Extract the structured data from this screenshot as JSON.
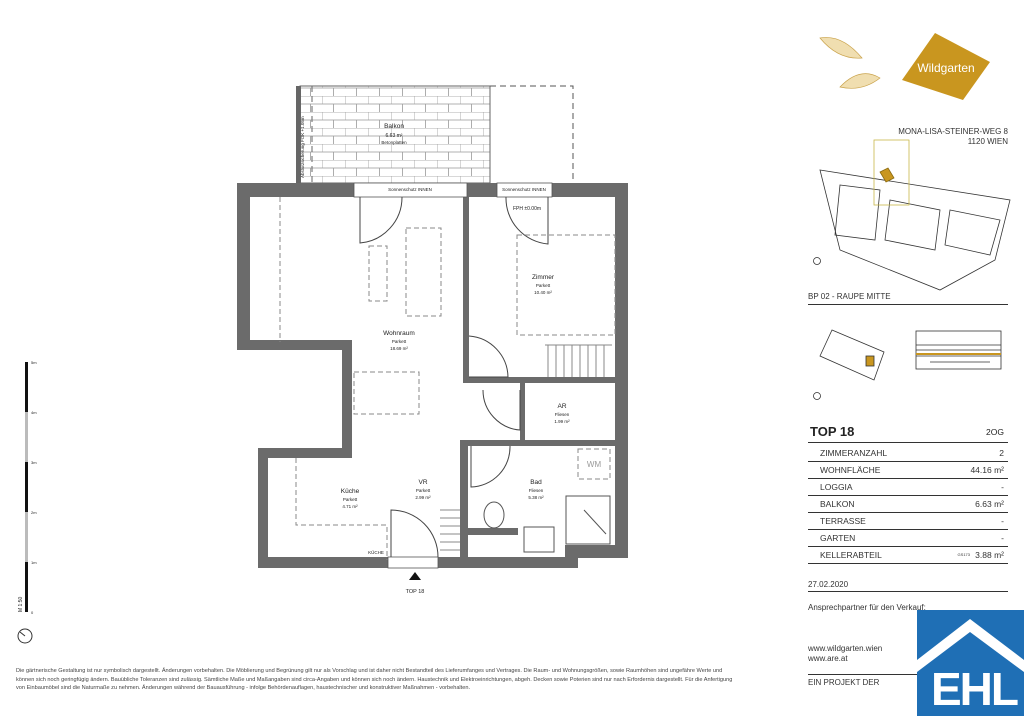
{
  "brand": {
    "logo_text": "Wildgarten",
    "gold": "#c9961f"
  },
  "address": {
    "street": "MONA-LISA-STEINER-WEG 8",
    "city": "1120 WIEN"
  },
  "building": "BP 02  - RAUPE MITTE",
  "unit": {
    "title": "TOP 18",
    "floor": "2OG",
    "rows": [
      {
        "label": "ZIMMERANZAHL",
        "value": "2"
      },
      {
        "label": "WOHNFLÄCHE",
        "value": "44.16 m²"
      },
      {
        "label": "LOGGIA",
        "value": "-"
      },
      {
        "label": "BALKON",
        "value": "6.63 m²"
      },
      {
        "label": "TERRASSE",
        "value": "-"
      },
      {
        "label": "GARTEN",
        "value": "-"
      },
      {
        "label": "KELLERABTEIL",
        "value": "3.88 m²",
        "note": "GS173"
      }
    ]
  },
  "date": "27.02.2020",
  "contact": "Ansprechpartner für den Verkauf:",
  "links": [
    "www.wildgarten.wien",
    "www.are.at"
  ],
  "project_by": "EIN PROJEKT DER",
  "ehl": {
    "text": "EHL",
    "color": "#1f6fb5"
  },
  "plan": {
    "balcony": {
      "name": "Balkon",
      "area": "6.63 m²",
      "floor": "Betonplatten"
    },
    "railing": "Absturzsicherung FOK +1.05m",
    "sun1": "Sonnenschutz INNEN",
    "sun2": "Sonnenschutz INNEN",
    "fph": "FPH ±0.00m",
    "rooms": [
      {
        "name": "Wohnraum",
        "floor": "Parkett",
        "area": "18.69 m²"
      },
      {
        "name": "Zimmer",
        "floor": "Parkett",
        "area": "10.40 m²"
      },
      {
        "name": "AR",
        "floor": "Fliesen",
        "area": "1.99 m²"
      },
      {
        "name": "Bad",
        "floor": "Fliesen",
        "area": "5.38 m²"
      },
      {
        "name": "Küche",
        "floor": "Parkett",
        "area": "4.71 m²"
      },
      {
        "name": "VR",
        "floor": "Parkett",
        "area": "2.99 m²"
      }
    ],
    "wm": "WM",
    "kitchen_tag": "KÜCHE",
    "entrance": "TOP 18"
  },
  "scale": {
    "ticks": [
      "0",
      "1m",
      "2m",
      "3m",
      "4m",
      "5m"
    ],
    "label": "M 1:50"
  },
  "disclaimer": "Die gärtnerische Gestaltung ist nur symbolisch dargestellt. Änderungen vorbehalten. Die Möblierung und Begrünung gilt nur als Vorschlag und ist daher nicht Bestandteil des Lieferumfanges und Vertrages. Die Raum- und Wohnungsgrößen, sowie Raumhöhen sind ungefähre Werte und können sich noch geringfügig ändern. Bauübliche Toleranzen sind zulässig. Sämtliche Maße und Maßangaben sind circa-Angaben und können sich noch ändern. Haustechnik und Elektroeinrichtungen, abgeh. Decken sowie Poterien sind nur nach Erfordernis dargestellt. Für die Anfertigung von Einbaumöbel sind die Naturmaße zu nehmen. Änderungen während der Bauausführung - infolge Behördenauflagen, haustechnischer und konstruktiver Maßnahmen - vorbehalten."
}
